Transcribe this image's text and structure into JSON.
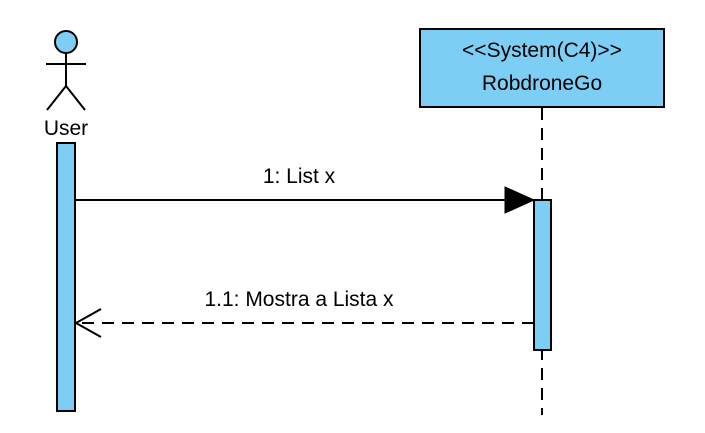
{
  "actor": {
    "label": "User"
  },
  "system": {
    "stereotype": "<<System(C4)>>",
    "name": "RobdroneGo"
  },
  "messages": [
    {
      "label": "1: List x",
      "type": "synchronous"
    },
    {
      "label": "1.1: Mostra a Lista x",
      "type": "return"
    }
  ],
  "colors": {
    "fill": "#7dcef4",
    "stroke": "#000000",
    "background": "#ffffff"
  }
}
